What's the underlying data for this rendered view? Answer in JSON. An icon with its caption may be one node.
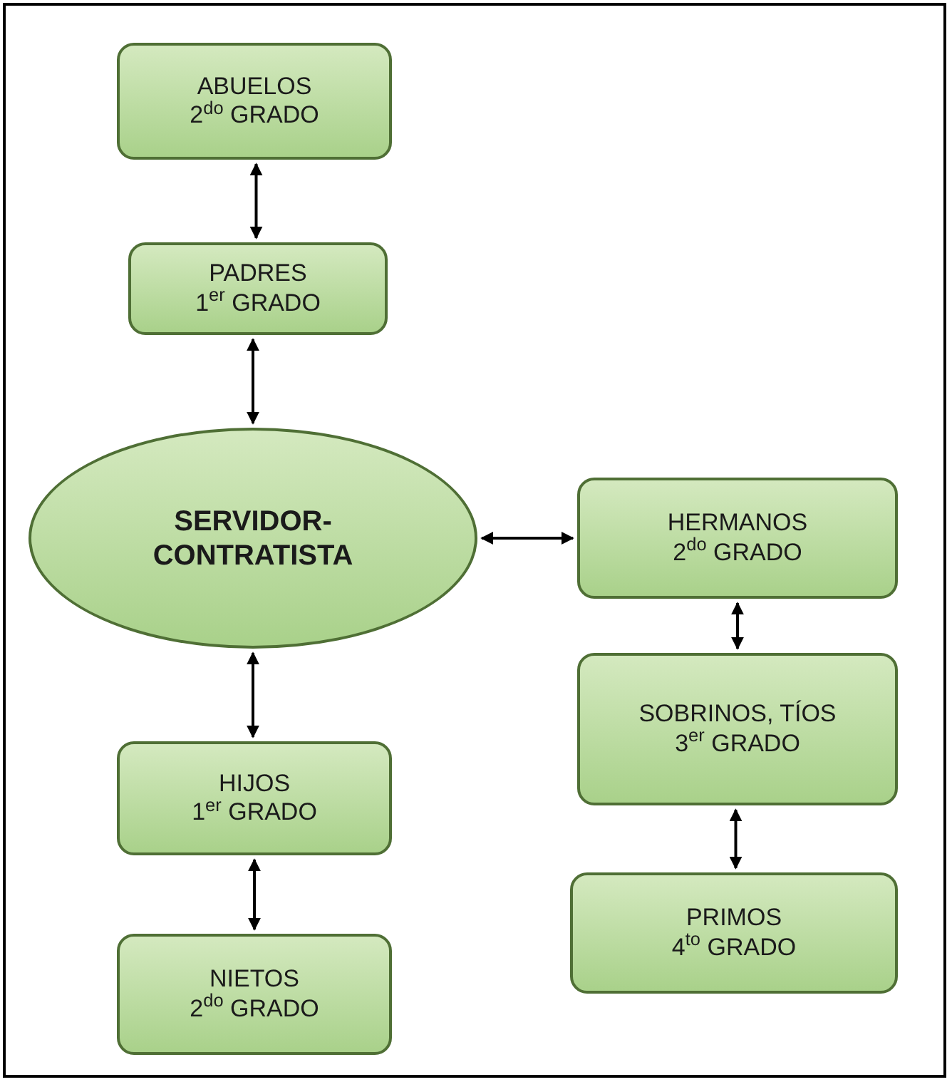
{
  "diagram": {
    "nodes": [
      {
        "text": [
          "ABUELOS",
          "2$^{do}$ GRADO"
        ]
      },
      {
        "text": [
          "PADRES",
          "1$^{er}$ GRADO"
        ]
      },
      {
        "text": [
          "SERVIDOR-CONTRATISTA"
        ]
      },
      {
        "text": [
          "HERMANOS",
          "2$^{do}$ GRADO"
        ]
      },
      {
        "text": [
          "SOBRINOS, TÍOS",
          "3$^{er}$ GRADO"
        ]
      },
      {
        "text": [
          "HIJOS",
          "1$^{er}$ GRADO"
        ]
      },
      {
        "text": [
          "PRIMOS",
          "4$^{to}$ GRADO"
        ]
      },
      {
        "text": [
          "NIETOS",
          "2$^{do}$ GRADO"
        ]
      }
    ],
    "edges": [
      {
        "from": 0,
        "to": 1,
        "arrow": "both"
      },
      {
        "from": 1,
        "to": 2,
        "arrow": "both"
      },
      {
        "from": 2,
        "to": 3,
        "arrow": "both"
      },
      {
        "from": 2,
        "to": 5,
        "arrow": "both"
      },
      {
        "from": 3,
        "to": 4,
        "arrow": "both"
      },
      {
        "from": 4,
        "to": 6,
        "arrow": "both"
      },
      {
        "from": 5,
        "to": 7,
        "arrow": "both"
      }
    ]
  }
}
